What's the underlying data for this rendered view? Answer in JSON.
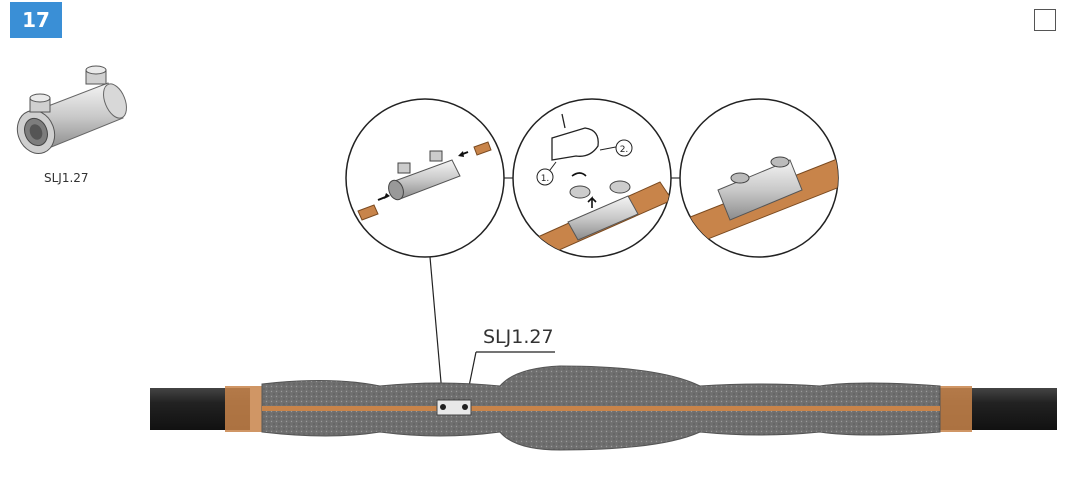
{
  "step": {
    "number": "17"
  },
  "part": {
    "caption": "SLJ1.27"
  },
  "callout": {
    "label": "SLJ1.27"
  },
  "detail_steps": {
    "step1": "1.",
    "step2": "2."
  },
  "colors": {
    "accent": "#3a8fd6",
    "copper": "#c8844a",
    "tape": "#6f6f6f",
    "cable": "#1f1f1f"
  },
  "icons": [
    "connector-icon",
    "wrench-icon",
    "rotate-arrow-icon",
    "insert-arrow-icon"
  ]
}
